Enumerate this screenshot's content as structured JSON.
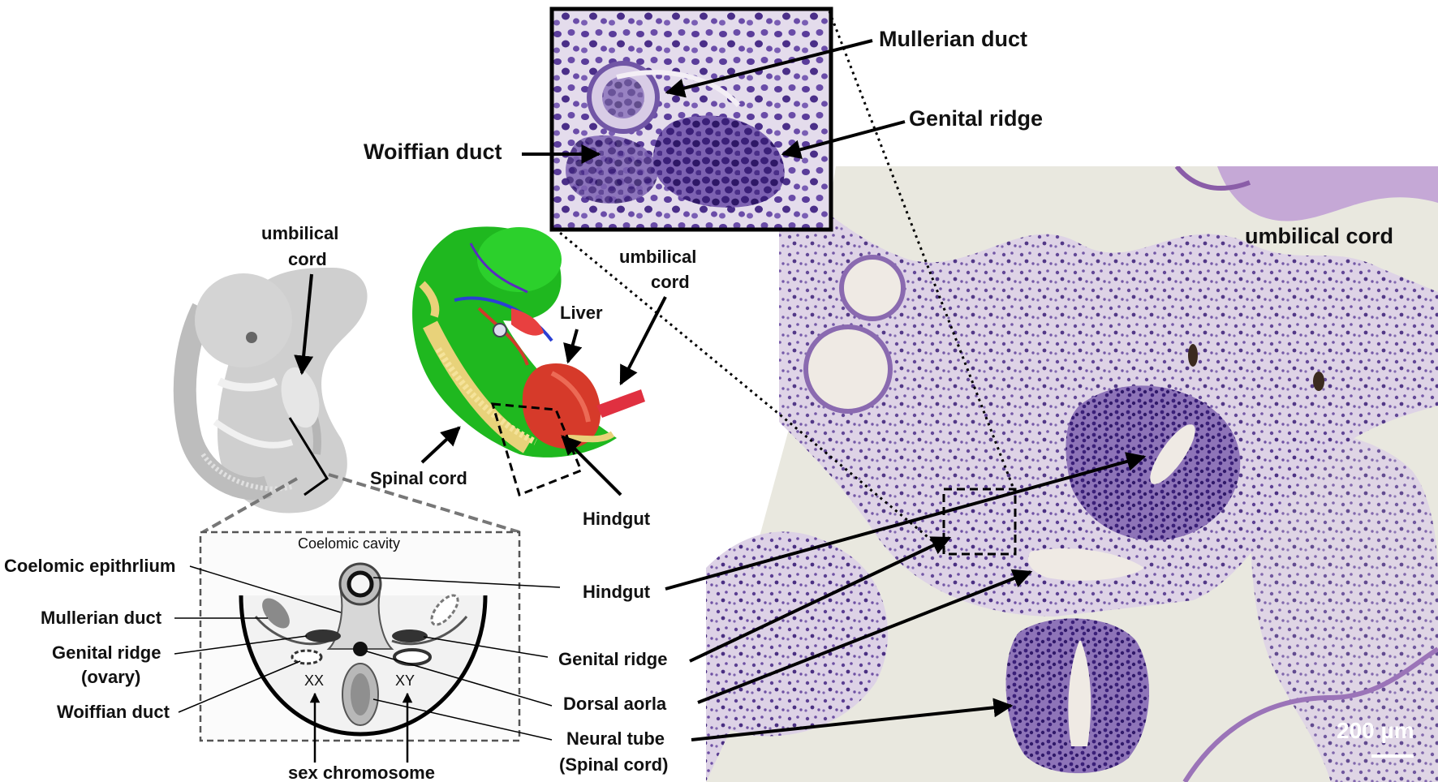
{
  "labels": {
    "inset_mullerian": "Mullerian duct",
    "inset_genital": "Genital ridge",
    "inset_woiffian": "Woiffian duct",
    "histo_umbilical": "umbilical cord",
    "embryo_umbilical_1": "umbilical",
    "embryo_umbilical_2": "cord",
    "model_umbilical_1": "umbilical",
    "model_umbilical_2": "cord",
    "liver": "Liver",
    "spinal_cord": "Spinal cord",
    "hindgut_model": "Hindgut",
    "hindgut": "Hindgut",
    "coelomic_cavity": "Coelomic cavity",
    "coelomic_epith": "Coelomic epithrlium",
    "mullerian_left": "Mullerian duct",
    "genital_left_1": "Genital ridge",
    "genital_left_2": "(ovary)",
    "woiffian_left": "Woiffian duct",
    "xx": "XX",
    "xy": "XY",
    "sex_chromosome": "sex chromosome",
    "genital_right": "Genital ridge",
    "dorsal_aorta": "Dorsal aorla",
    "neural_tube_1": "Neural tube",
    "neural_tube_2": "(Spinal cord)",
    "scale_bar": "200 µm"
  },
  "colors": {
    "stain_dark": "#3a1f78",
    "stain_light": "#c9b6da",
    "model_green": "#1fb81f",
    "liver_red": "#d63a2a",
    "bone_yellow": "#e8d27a",
    "embryo_gray": "#c8c8c8"
  }
}
